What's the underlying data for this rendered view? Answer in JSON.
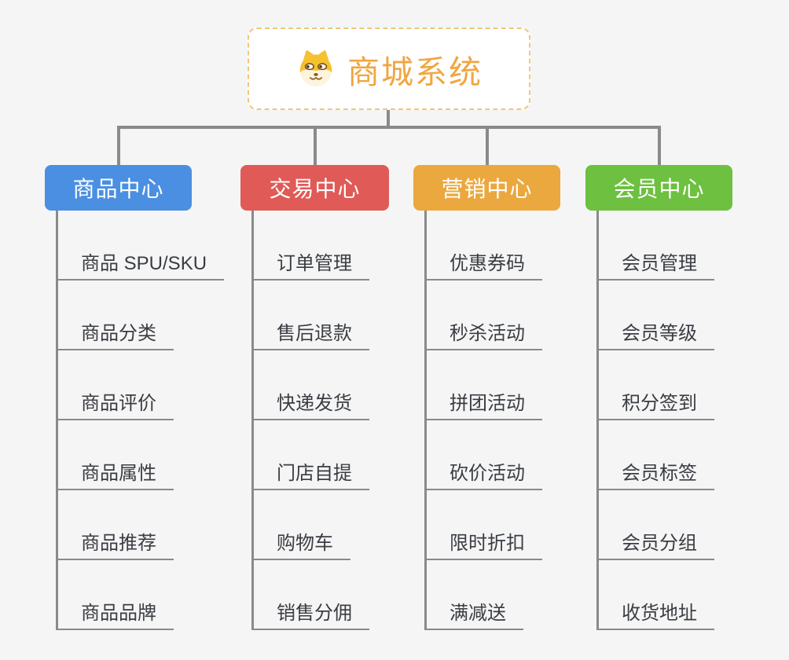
{
  "root": {
    "title": "商城系统",
    "icon": "dog-face-icon"
  },
  "branches": [
    {
      "label": "商品中心",
      "color": "#4a8fe2",
      "children": [
        "商品 SPU/SKU",
        "商品分类",
        "商品评价",
        "商品属性",
        "商品推荐",
        "商品品牌"
      ]
    },
    {
      "label": "交易中心",
      "color": "#e05a57",
      "children": [
        "订单管理",
        "售后退款",
        "快递发货",
        "门店自提",
        "购物车",
        "销售分佣"
      ]
    },
    {
      "label": "营销中心",
      "color": "#eba83e",
      "children": [
        "优惠券码",
        "秒杀活动",
        "拼团活动",
        "砍价活动",
        "限时折扣",
        "满减送"
      ]
    },
    {
      "label": "会员中心",
      "color": "#6dc040",
      "children": [
        "会员管理",
        "会员等级",
        "积分签到",
        "会员标签",
        "会员分组",
        "收货地址"
      ]
    }
  ],
  "colors": {
    "background": "#f5f5f5",
    "connector": "#8a8a8a",
    "root_text": "#f0a640",
    "root_border": "#f2c677",
    "leaf_text": "#3a3d43"
  }
}
